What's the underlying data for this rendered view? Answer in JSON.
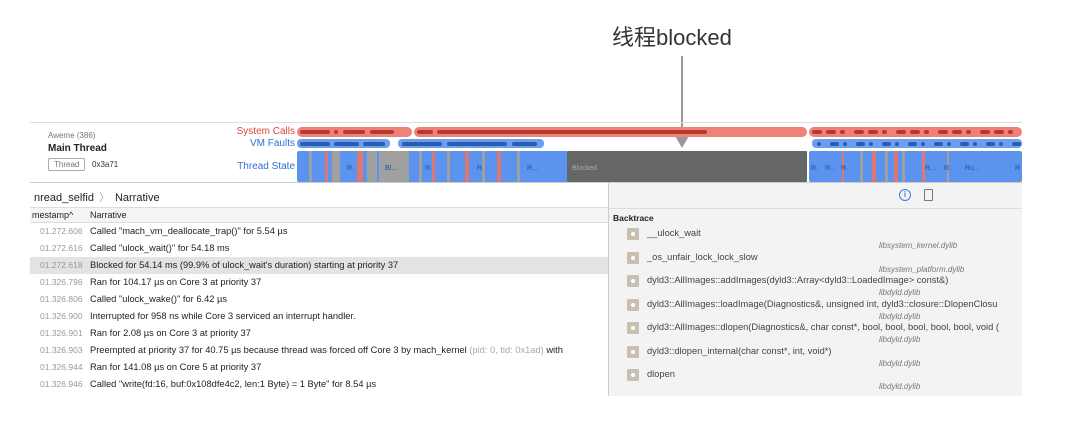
{
  "annotation": {
    "text": "线程blocked"
  },
  "track": {
    "process": "Aweme (386)",
    "thread_name": "Main Thread",
    "thread_tag": "Thread",
    "thread_id": "0x3a71",
    "lanes": [
      "System Calls",
      "VM Faults",
      "Thread State"
    ],
    "state_labels": [
      "R.",
      "Bl...",
      "R.",
      "R.",
      "R...",
      "Blocked",
      "R.",
      "R...",
      "R.",
      "R...",
      "R.",
      "Ru...",
      "R"
    ],
    "colors": {
      "syscall": "#ee8178",
      "syscall_dark": "#b73a2e",
      "vmfault": "#6ba0ee",
      "vmfault_dark": "#2c5cad",
      "running": "#5b93ee",
      "blocked": "#666666",
      "preempted": "#a0a0a0",
      "interrupt": "#e0776e"
    }
  },
  "breadcrumb": [
    "nread_selfid",
    "Narrative"
  ],
  "table": {
    "columns": [
      "mestamp^",
      "Narrative"
    ],
    "rows": [
      {
        "ts": "01.272.606",
        "text": "Called \"mach_vm_deallocate_trap()\" for 5.54 µs"
      },
      {
        "ts": "01.272.616",
        "text": "Called \"ulock_wait()\" for 54.18 ms"
      },
      {
        "ts": "01.272.618",
        "text": "Blocked for 54.14 ms (99.9% of ulock_wait's duration) starting at priority 37",
        "selected": true
      },
      {
        "ts": "01.326.796",
        "text": "Ran for 104.17 µs on Core 3 at priority 37"
      },
      {
        "ts": "01.326.806",
        "text": "Called \"ulock_wake()\" for 6.42 µs"
      },
      {
        "ts": "01.326.900",
        "text": "Interrupted for 958 ns while Core 3 serviced an interrupt handler."
      },
      {
        "ts": "01.326.901",
        "text": "Ran for 2.08 µs on Core 3 at priority 37"
      },
      {
        "ts": "01.326.903",
        "text": "Preempted at priority 37 for 40.75 µs because thread was forced off Core 3 by mach_kernel",
        "dim": " (pid: 0, tid: 0x1ad)",
        "tail": " with"
      },
      {
        "ts": "01.326.944",
        "text": "Ran for 141.08 µs on Core 5 at priority 37"
      },
      {
        "ts": "01.326.946",
        "text": "Called \"write(fd:16, buf:0x108dfe4c2, len:1 Byte) = 1 Byte\" for 8.54 µs"
      }
    ]
  },
  "backtrace": {
    "title": "Backtrace",
    "frames": [
      {
        "fn": "__ulock_wait",
        "lib": "libsystem_kernel.dylib"
      },
      {
        "fn": "_os_unfair_lock_lock_slow",
        "lib": "libsystem_platform.dylib"
      },
      {
        "fn": "dyld3::AllImages::addImages(dyld3::Array<dyld3::LoadedImage> const&)",
        "lib": "libdyld.dylib"
      },
      {
        "fn": "dyld3::AllImages::loadImage(Diagnostics&, unsigned int, dyld3::closure::DlopenClosu",
        "lib": "libdyld.dylib"
      },
      {
        "fn": "dyld3::AllImages::dlopen(Diagnostics&, char const*, bool, bool, bool, bool, bool, void (",
        "lib": "libdyld.dylib"
      },
      {
        "fn": "dyld3::dlopen_internal(char const*, int, void*)",
        "lib": "libdyld.dylib"
      },
      {
        "fn": "dlopen",
        "lib": "libdyld.dylib"
      }
    ]
  }
}
